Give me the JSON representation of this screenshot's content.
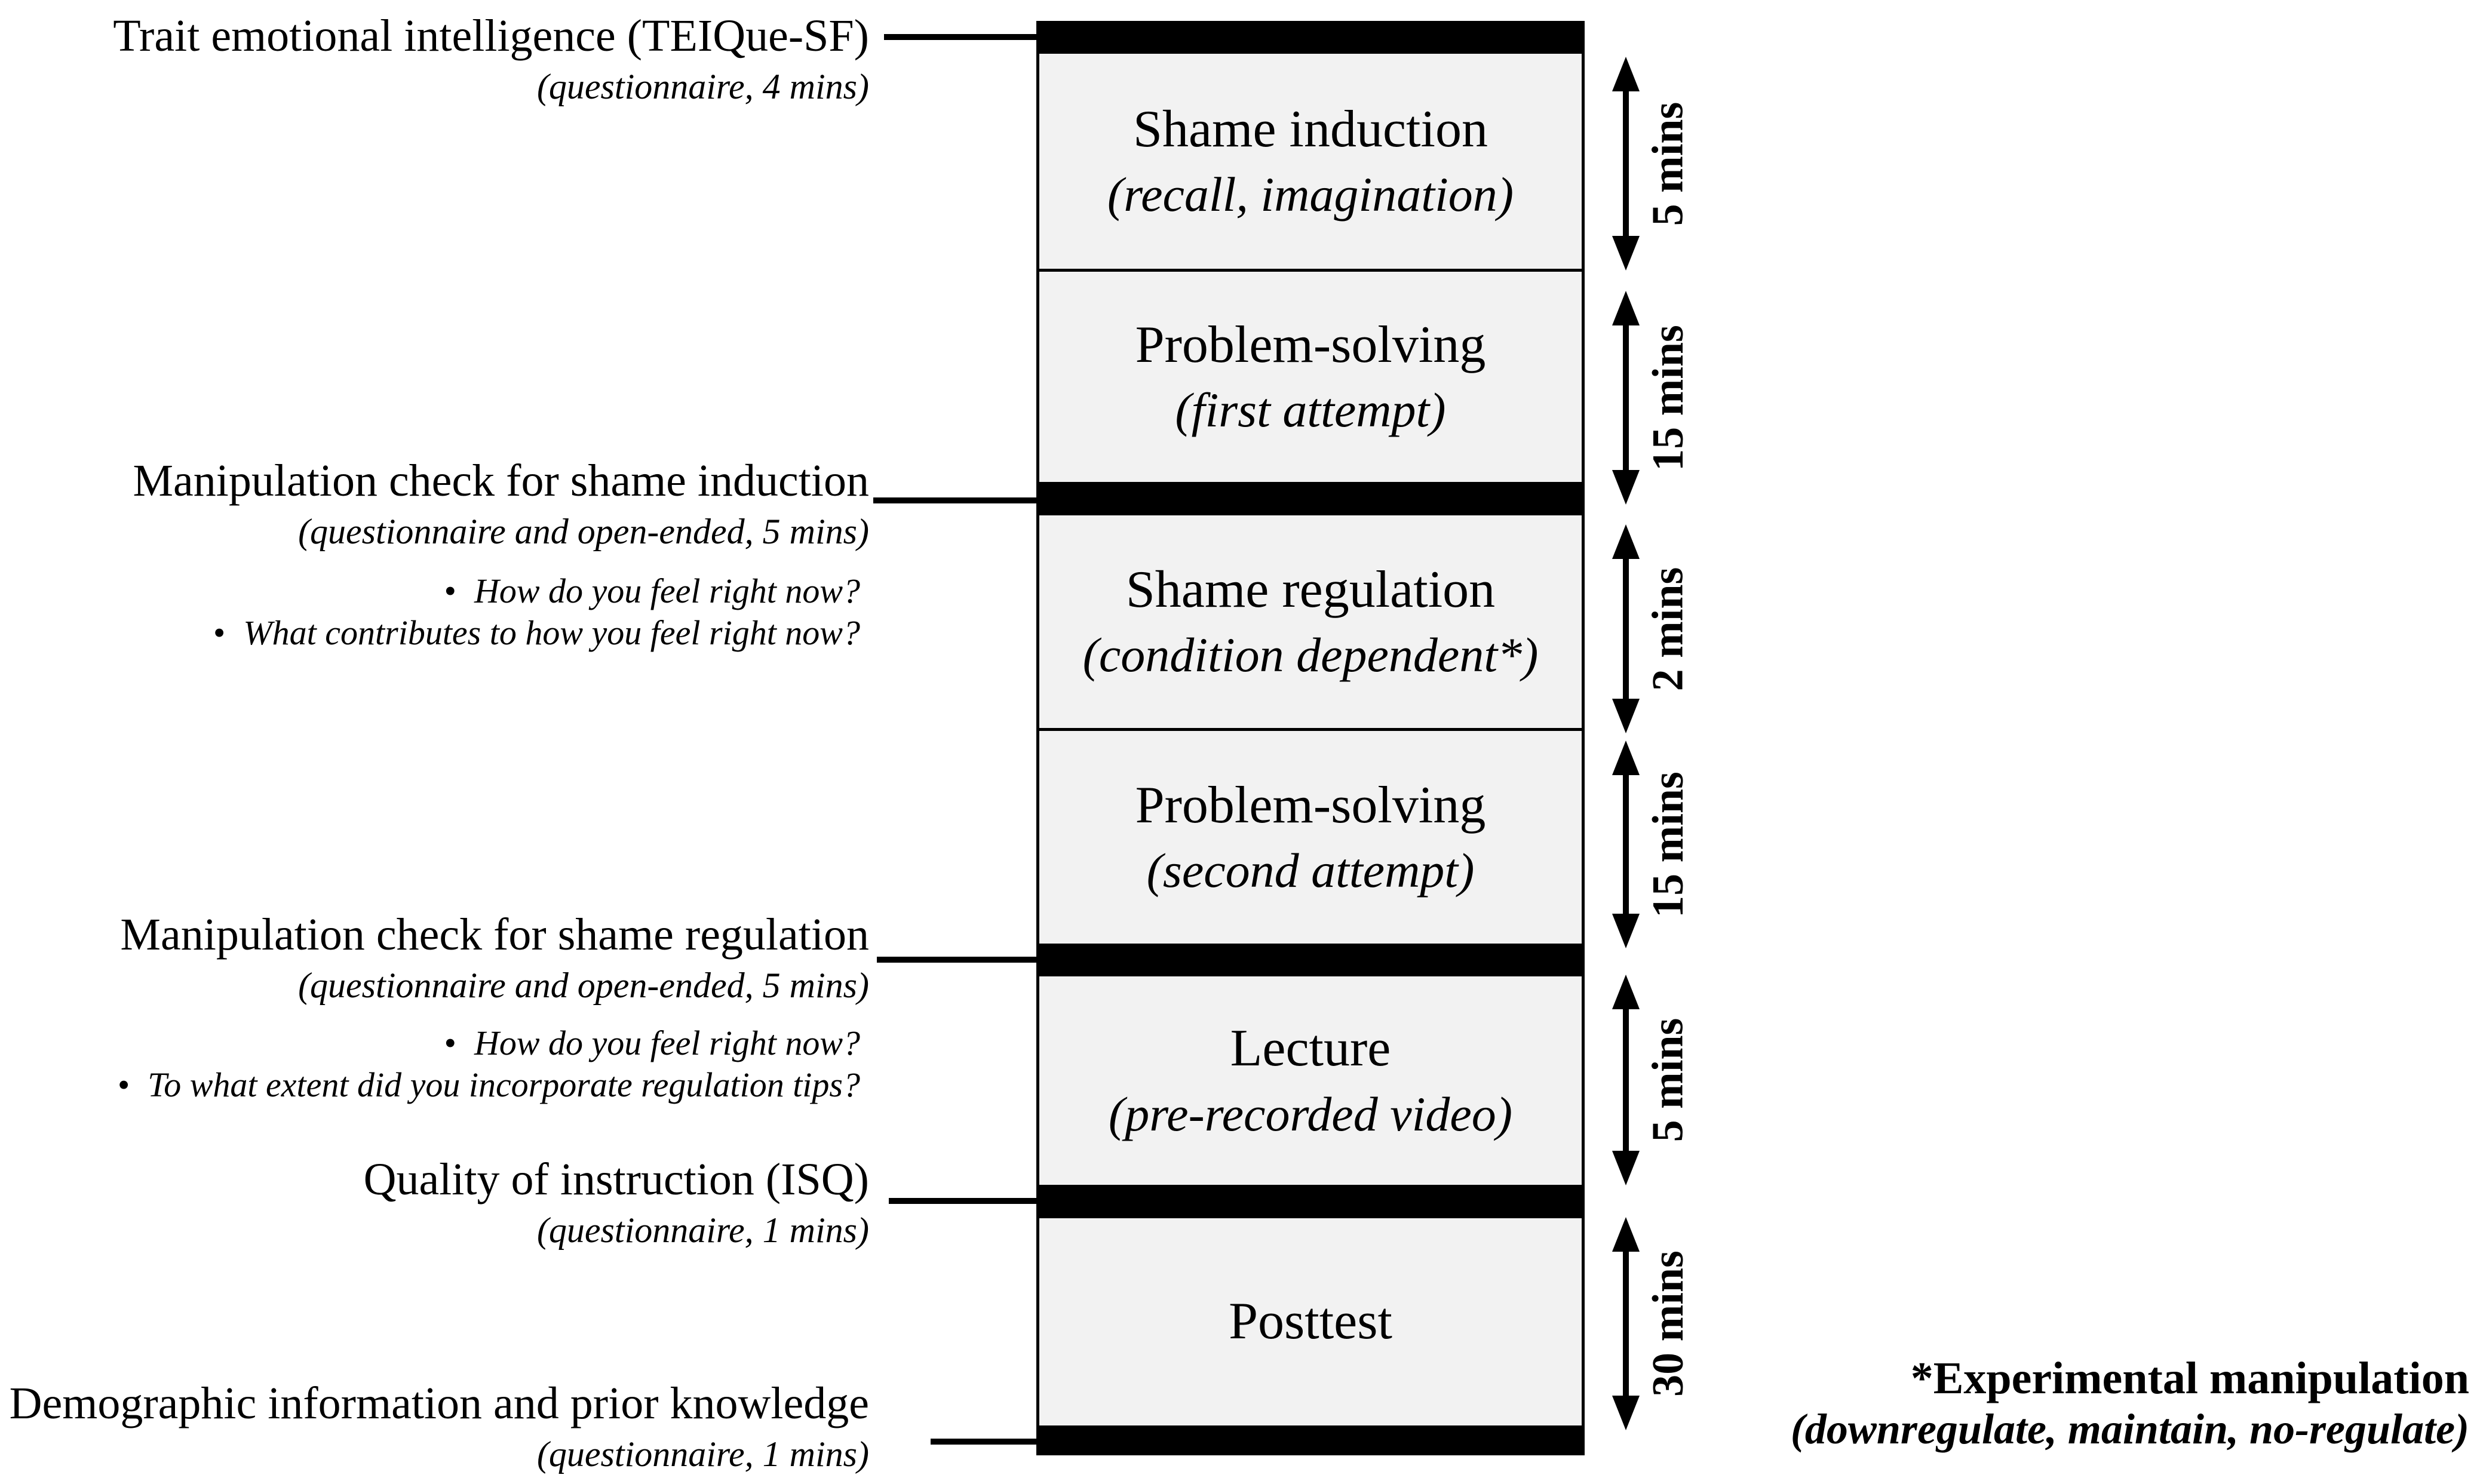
{
  "stages": [
    {
      "title": "Shame induction",
      "subtitle": "(recall, imagination)",
      "duration": "5 mins"
    },
    {
      "title": "Problem-solving",
      "subtitle": "(first attempt)",
      "duration": "15 mins"
    },
    {
      "title": "Shame regulation",
      "subtitle": "(condition dependent*)",
      "duration": "2 mins"
    },
    {
      "title": "Problem-solving",
      "subtitle": "(second attempt)",
      "duration": "15 mins"
    },
    {
      "title": "Lecture",
      "subtitle": "(pre-recorded video)",
      "duration": "5 mins"
    },
    {
      "title": "Posttest",
      "subtitle": "",
      "duration": "30 mins"
    }
  ],
  "measures": [
    {
      "label": "Trait emotional intelligence (TEIQue-SF)",
      "detail": "(questionnaire, 4 mins)",
      "bullets": []
    },
    {
      "label": "Manipulation check for shame induction",
      "detail": "(questionnaire and open-ended, 5 mins)",
      "bullets": [
        "How do you feel right now?",
        "What contributes to how you feel right now?"
      ]
    },
    {
      "label": "Manipulation check for shame regulation",
      "detail": "(questionnaire and open-ended, 5 mins)",
      "bullets": [
        "How do you feel right now?",
        "To what extent did you incorporate regulation tips?"
      ]
    },
    {
      "label": "Quality of instruction (ISQ)",
      "detail": "(questionnaire, 1 mins)",
      "bullets": []
    },
    {
      "label": "Demographic information and prior knowledge",
      "detail": "(questionnaire, 1 mins)",
      "bullets": []
    }
  ],
  "footnote": {
    "line1": "*Experimental manipulation",
    "line2": "(downregulate, maintain, no-regulate)"
  },
  "colors": {
    "box_fill": "#f2f2f2",
    "line_and_bar": "#000000",
    "background": "#ffffff"
  }
}
